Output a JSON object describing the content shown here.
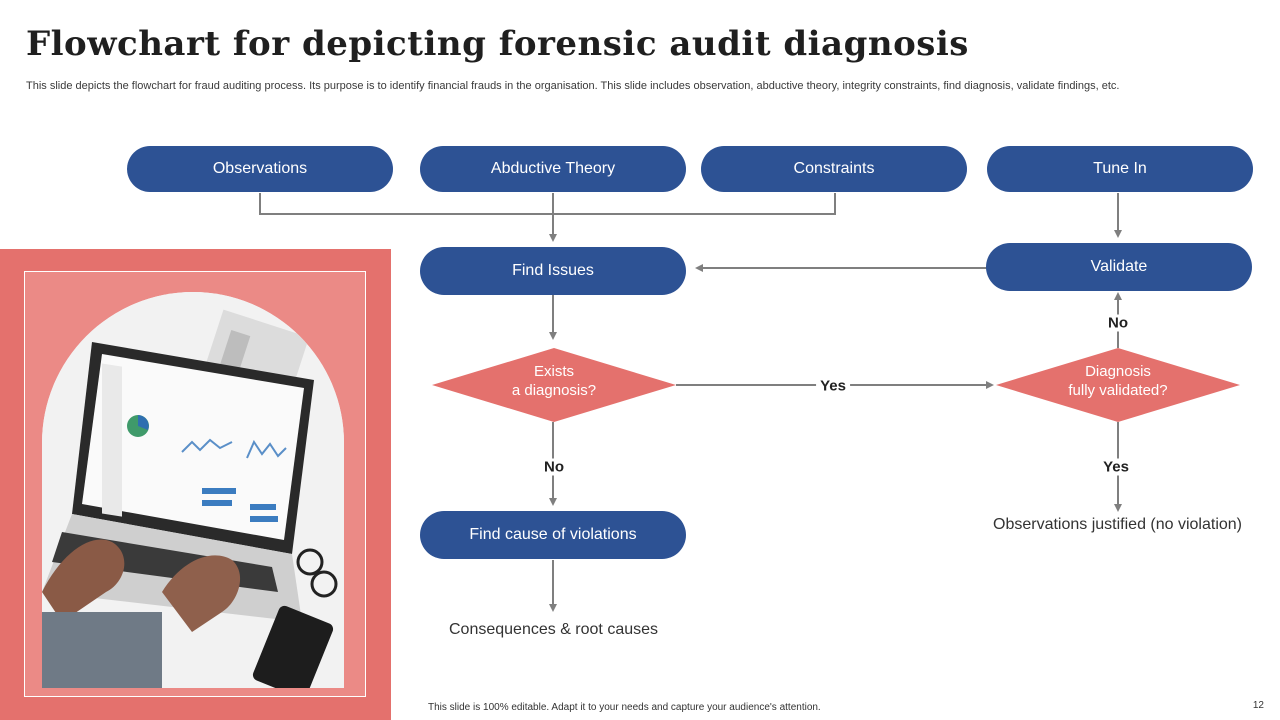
{
  "title": "Flowchart for depicting forensic audit diagnosis",
  "subtitle": "This slide depicts the flowchart for fraud auditing process. Its purpose is to identify financial frauds in the organisation. This slide includes observation, abductive theory, integrity constraints, find diagnosis, validate findings, etc.",
  "colors": {
    "primary": "#2d5294",
    "accent": "#e4716d",
    "arrow": "#7f7f7f"
  },
  "flow": {
    "top_nodes": [
      "Observations",
      "Abductive Theory",
      "Constraints",
      "Tune In"
    ],
    "find_issues": "Find Issues",
    "validate": "Validate",
    "exists_diagnosis": "Exists\na diagnosis?",
    "diagnosis_validated": "Diagnosis\nfully validated?",
    "find_cause": "Find cause of violations",
    "consequences": "Consequences & root causes",
    "observations_justified": "Observations justified (no violation)",
    "labels": {
      "yes_mid": "Yes",
      "no_left": "No",
      "no_right": "No",
      "yes_right": "Yes"
    }
  },
  "illustration": {
    "subject": "laptop-with-analytics-dashboard"
  },
  "footer": "This slide is 100% editable. Adapt it to your needs and capture your audience's attention.",
  "page_number": "12"
}
